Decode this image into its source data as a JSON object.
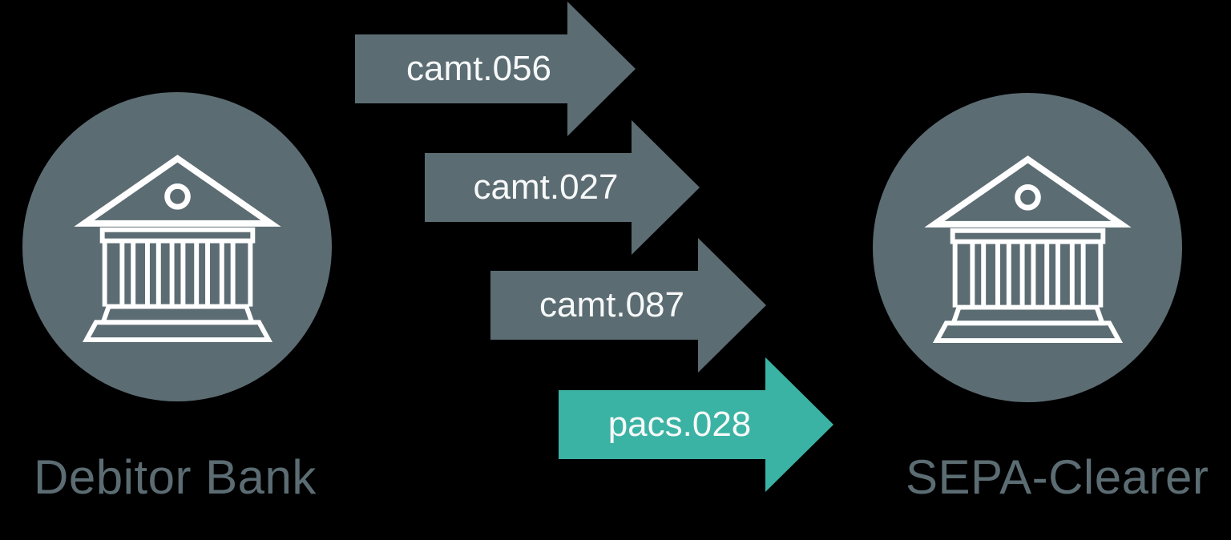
{
  "entities": [
    {
      "label": "Debitor Bank",
      "icon": "bank-building-icon",
      "position": "left"
    },
    {
      "label": "SEPA-Clearer",
      "icon": "bank-building-icon",
      "position": "right"
    }
  ],
  "messages": [
    {
      "label": "camt.056",
      "color": "#5c6c73",
      "direction": "right"
    },
    {
      "label": "camt.027",
      "color": "#5c6c73",
      "direction": "right"
    },
    {
      "label": "camt.087",
      "color": "#5c6c73",
      "direction": "right"
    },
    {
      "label": "pacs.028",
      "color": "#3bb3a4",
      "direction": "right"
    }
  ],
  "colors": {
    "background": "#000000",
    "entity_fill": "#5c6c73",
    "arrow_gray": "#5c6c73",
    "accent_teal": "#3bb3a4",
    "arrow_label_text": "#f7f9f9",
    "entity_label_text": "#5c6c73",
    "icon_stroke": "#ffffff"
  }
}
